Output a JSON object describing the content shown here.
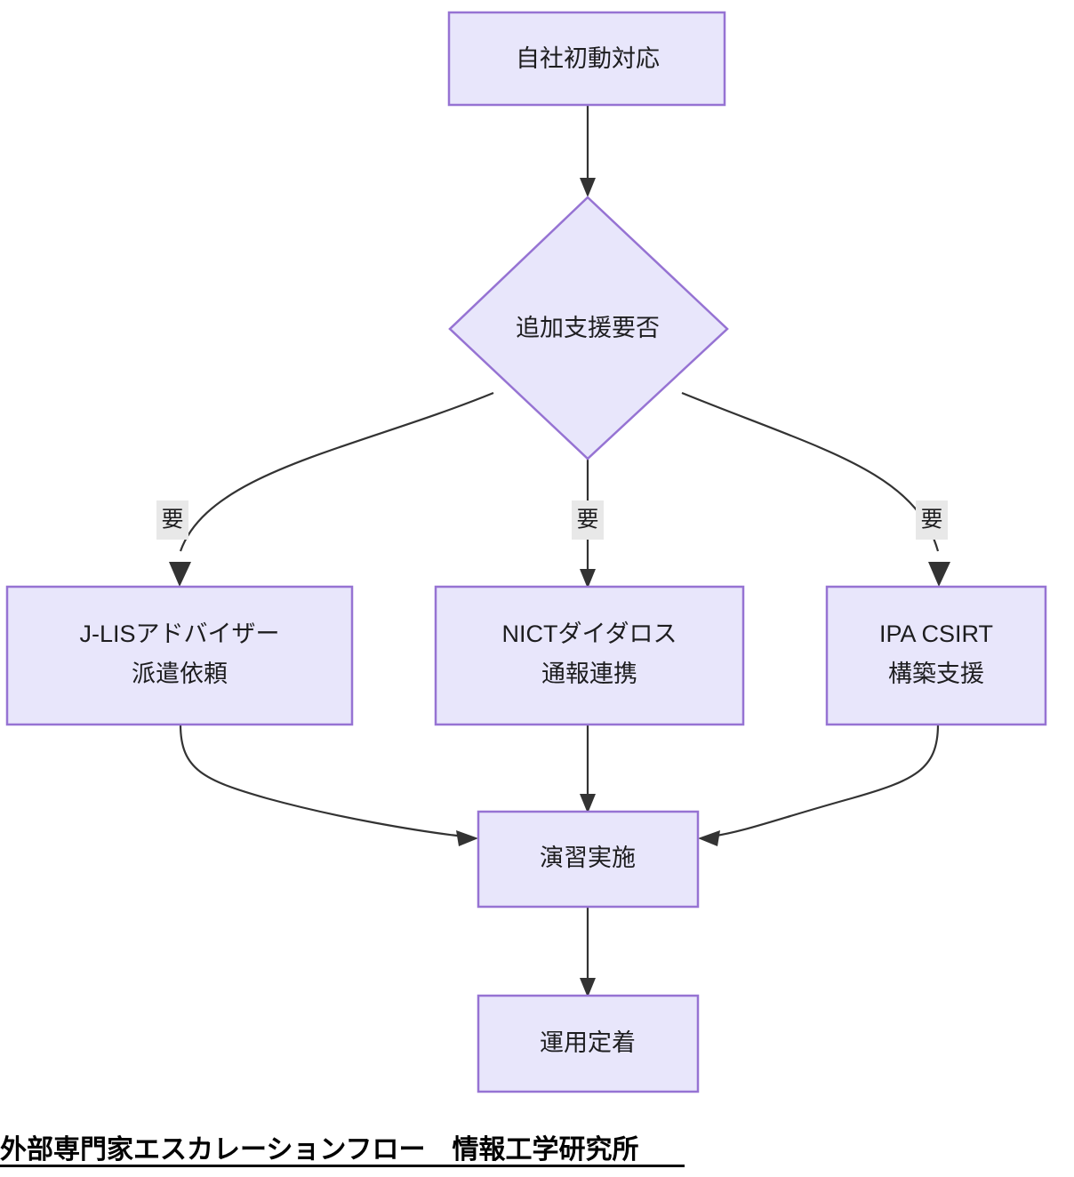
{
  "diagram": {
    "caption": "外部専門家エスカレーションフロー　情報工学研究所",
    "type": "flowchart",
    "direction": "top-down",
    "theme": {
      "node_fill": "#e8e6fb",
      "node_border": "#9673d3",
      "edge_color": "#333333",
      "text_color": "#1d1d1f",
      "edge_label_bg": "#e8e8e8",
      "background": "#ffffff"
    },
    "nodes": [
      {
        "id": "start",
        "shape": "rect",
        "lines": [
          "自社初動対応"
        ]
      },
      {
        "id": "decision",
        "shape": "diamond",
        "lines": [
          "追加支援要否"
        ]
      },
      {
        "id": "jlis",
        "shape": "rect",
        "lines": [
          "J-LISアドバイザー",
          "派遣依頼"
        ]
      },
      {
        "id": "nict",
        "shape": "rect",
        "lines": [
          "NICTダイダロス",
          "通報連携"
        ]
      },
      {
        "id": "ipa",
        "shape": "rect",
        "lines": [
          "IPA CSIRT",
          "構築支援"
        ]
      },
      {
        "id": "drill",
        "shape": "rect",
        "lines": [
          "演習実施"
        ]
      },
      {
        "id": "operate",
        "shape": "rect",
        "lines": [
          "運用定着"
        ]
      }
    ],
    "edges": [
      {
        "from": "start",
        "to": "decision",
        "label": ""
      },
      {
        "from": "decision",
        "to": "jlis",
        "label": "要"
      },
      {
        "from": "decision",
        "to": "nict",
        "label": "要"
      },
      {
        "from": "decision",
        "to": "ipa",
        "label": "要"
      },
      {
        "from": "jlis",
        "to": "drill",
        "label": ""
      },
      {
        "from": "nict",
        "to": "drill",
        "label": ""
      },
      {
        "from": "ipa",
        "to": "drill",
        "label": ""
      },
      {
        "from": "drill",
        "to": "operate",
        "label": ""
      }
    ]
  }
}
